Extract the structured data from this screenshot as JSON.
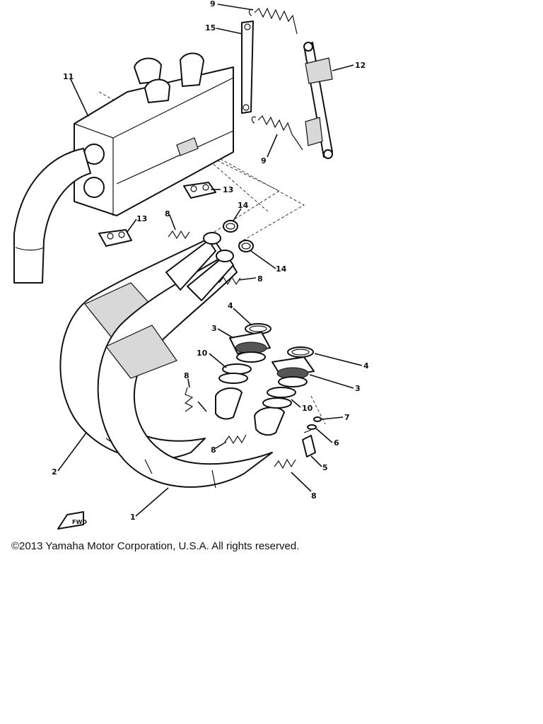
{
  "callouts": {
    "c1": "1",
    "c2": "2",
    "c3a": "3",
    "c3b": "3",
    "c4a": "4",
    "c4b": "4",
    "c5": "5",
    "c6": "6",
    "c7": "7",
    "c8a": "8",
    "c8b": "8",
    "c8c": "8",
    "c8d": "8",
    "c8e": "8",
    "c9a": "9",
    "c9b": "9",
    "c10a": "10",
    "c10b": "10",
    "c11": "11",
    "c12": "12",
    "c13a": "13",
    "c13b": "13",
    "c14a": "14",
    "c14b": "14",
    "c15": "15"
  },
  "fwd_label": "FWD",
  "copyright": "©2013 Yamaha Motor Corporation, U.S.A. All rights reserved."
}
